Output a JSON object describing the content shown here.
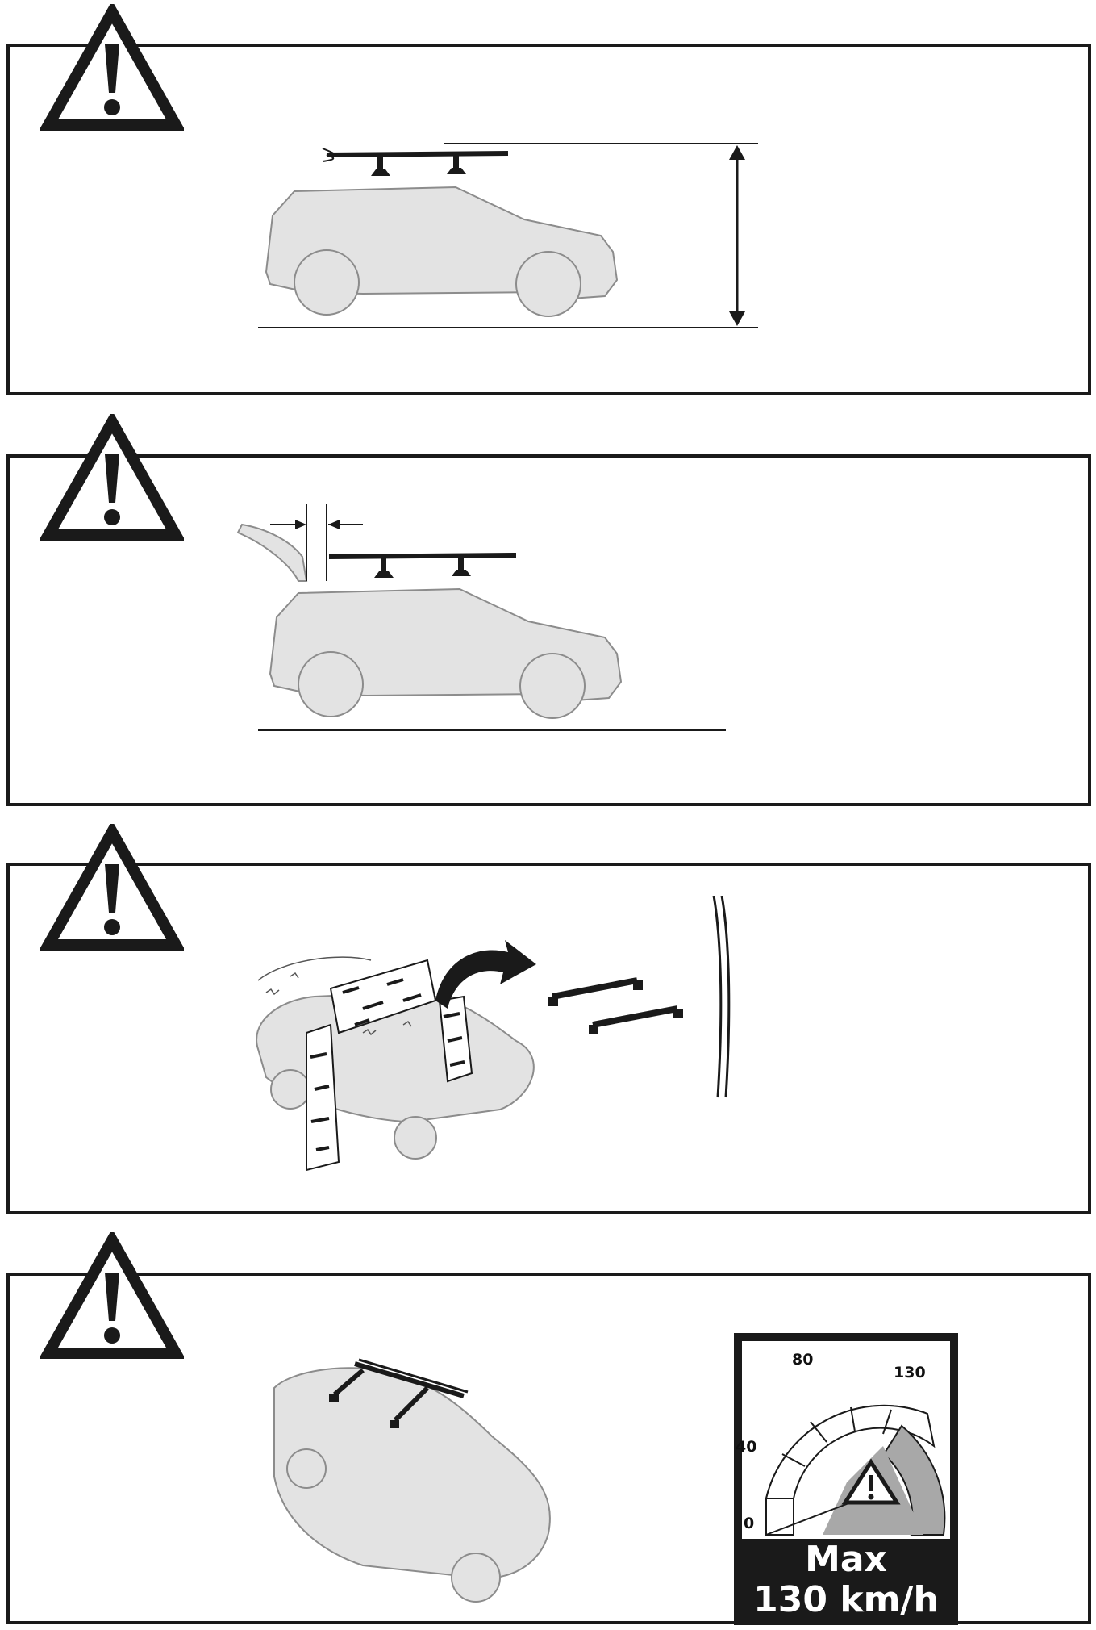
{
  "panels": [
    {
      "id": "height-clearance",
      "warning_icon": "warning-triangle-icon"
    },
    {
      "id": "tailgate-clearance",
      "warning_icon": "warning-triangle-icon"
    },
    {
      "id": "remove-when-not-in-use",
      "warning_icon": "warning-triangle-icon"
    },
    {
      "id": "speed-limit",
      "warning_icon": "warning-triangle-icon"
    }
  ],
  "speedometer": {
    "ticks": [
      "0",
      "40",
      "80",
      "130"
    ],
    "label_line1": "Max",
    "label_line2": "130 km/h",
    "colors": {
      "background": "#1a1a1a",
      "gauge_face": "#ffffff",
      "danger_zone": "#a8a8a8"
    }
  },
  "colors": {
    "car_fill": "#e3e3e3",
    "car_stroke": "#8c8c8c",
    "frame": "#1a1a1a"
  }
}
